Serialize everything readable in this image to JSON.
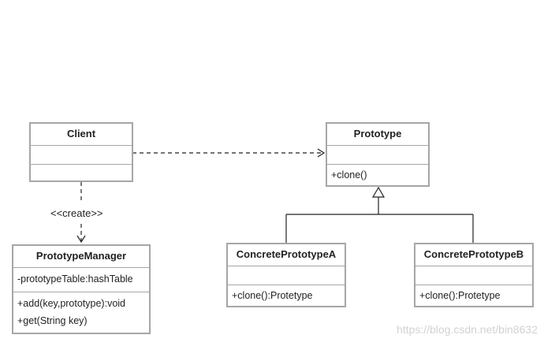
{
  "classes": {
    "client": {
      "name": "Client",
      "attributes": [],
      "operations": []
    },
    "prototype": {
      "name": "Prototype",
      "attributes": [],
      "operations": [
        "+clone()"
      ]
    },
    "manager": {
      "name": "PrototypeManager",
      "attributes": [
        "-prototypeTable:hashTable"
      ],
      "operations": [
        "+add(key,prototype):void",
        "+get(String key)"
      ]
    },
    "concrete_a": {
      "name": "ConcretePrototypeA",
      "attributes": [],
      "operations": [
        "+clone():Protetype"
      ]
    },
    "concrete_b": {
      "name": "ConcretePrototypeB",
      "attributes": [],
      "operations": [
        "+clone():Protetype"
      ]
    }
  },
  "relations": {
    "create_label": "<<create>>"
  },
  "watermark": "https://blog.csdn.net/bin8632",
  "colors": {
    "border": "#a6a6a6",
    "line": "#222222",
    "watermark": "#d2d2d2"
  }
}
